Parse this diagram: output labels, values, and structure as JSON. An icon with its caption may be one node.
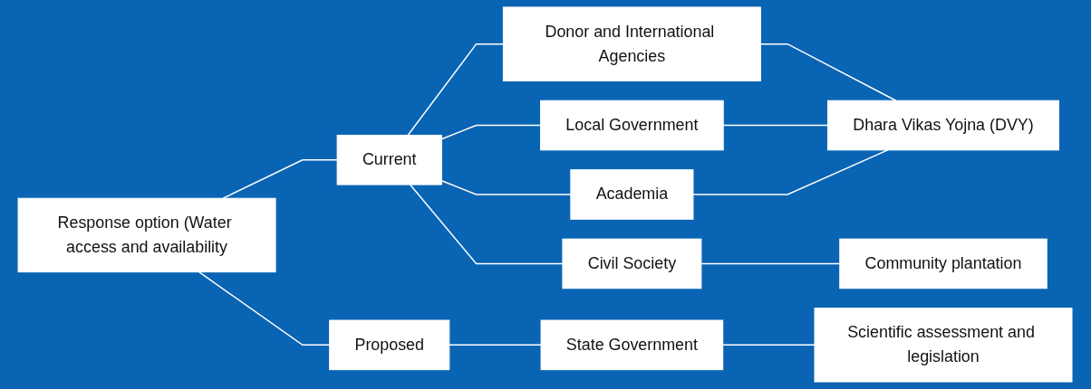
{
  "diagram": {
    "nodes": [
      {
        "text": [
          "Response option (Water access and availability"
        ]
      },
      {
        "text": [
          "Current"
        ]
      },
      {
        "text": [
          "Proposed"
        ]
      },
      {
        "text": [
          "Donor and International Agencies"
        ]
      },
      {
        "text": [
          "Local Government"
        ]
      },
      {
        "text": [
          "Academia"
        ]
      },
      {
        "text": [
          "Civil Society"
        ]
      },
      {
        "text": [
          "State Government"
        ]
      },
      {
        "text": [
          "Dhara Vikas Yojna (DVY)"
        ]
      },
      {
        "text": [
          "Community plantation"
        ]
      },
      {
        "text": [
          "Scientific assessment and legislation"
        ]
      }
    ],
    "edges": [
      {
        "from": 0,
        "to": 1,
        "arrow": "none"
      },
      {
        "from": 0,
        "to": 2,
        "arrow": "none"
      },
      {
        "from": 1,
        "to": 3,
        "arrow": "none"
      },
      {
        "from": 1,
        "to": 4,
        "arrow": "none"
      },
      {
        "from": 1,
        "to": 5,
        "arrow": "none"
      },
      {
        "from": 1,
        "to": 6,
        "arrow": "none"
      },
      {
        "from": 2,
        "to": 7,
        "arrow": "none"
      },
      {
        "from": 3,
        "to": 8,
        "arrow": "none"
      },
      {
        "from": 4,
        "to": 8,
        "arrow": "none"
      },
      {
        "from": 5,
        "to": 8,
        "arrow": "none"
      },
      {
        "from": 6,
        "to": 9,
        "arrow": "none"
      },
      {
        "from": 7,
        "to": 10,
        "arrow": "none"
      }
    ]
  }
}
